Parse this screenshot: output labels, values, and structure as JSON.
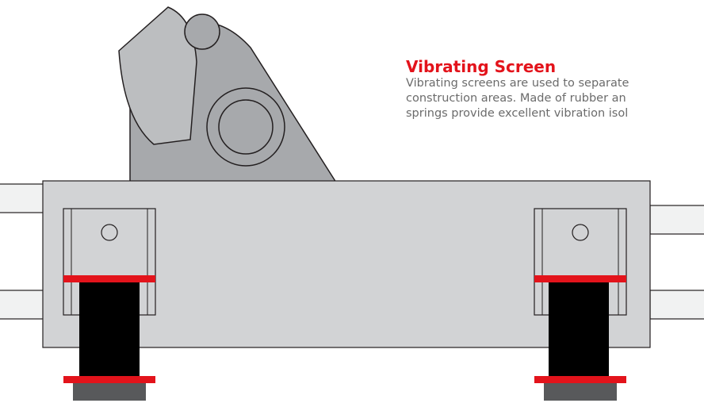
{
  "caption": {
    "title": "Vibrating Screen",
    "body_lines": [
      "Vibrating screens are used to separate",
      "construction areas. Made of rubber an",
      "springs provide excellent vibration isol"
    ]
  },
  "colors": {
    "accent_red": "#e3131b",
    "body_text": "#6b6b6b",
    "frame_gray": "#d2d3d5",
    "motor_gray": "#a7a9ac",
    "lens_gray": "#bcbec0",
    "spring_black": "#000000",
    "base_gray": "#58595b",
    "outline": "#231f20",
    "rail_fill": "#f1f2f2"
  },
  "icons": {
    "motor": "vibration-motor-icon",
    "mount": "rubber-spring-mount-icon"
  }
}
